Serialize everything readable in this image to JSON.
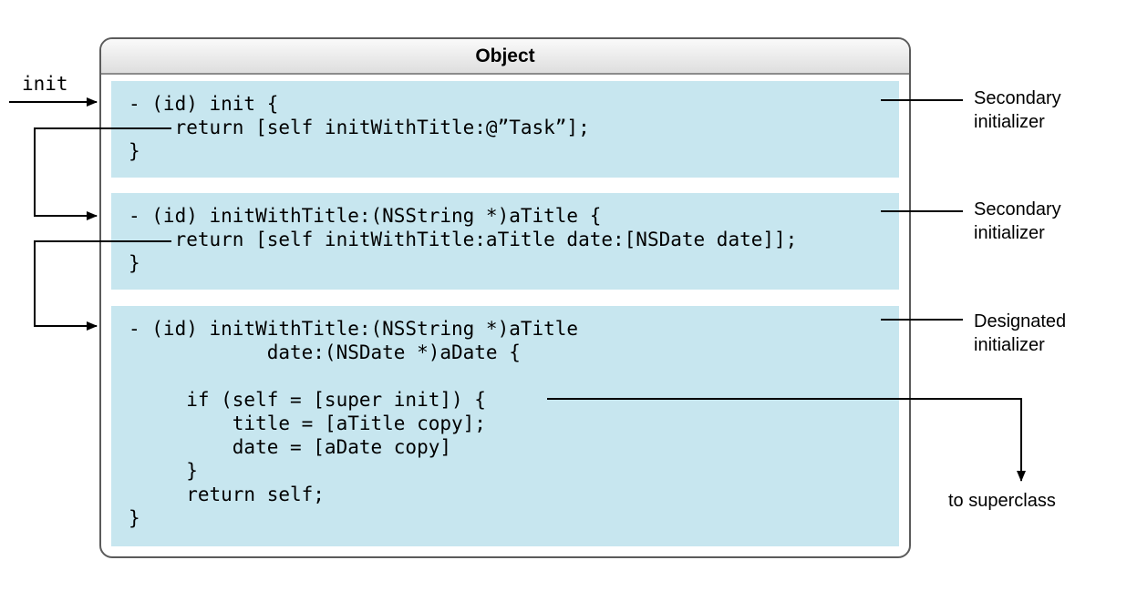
{
  "object_title": "Object",
  "entry_label": "init",
  "blocks": [
    {
      "code": "- (id) init {\n    return [self initWithTitle:@”Task”];\n}",
      "label": "Secondary\ninitializer"
    },
    {
      "code": "- (id) initWithTitle:(NSString *)aTitle {\n    return [self initWithTitle:aTitle date:[NSDate date]];\n}",
      "label": "Secondary\ninitializer"
    },
    {
      "code": "- (id) initWithTitle:(NSString *)aTitle\n            date:(NSDate *)aDate {\n\n     if (self = [super init]) {\n         title = [aTitle copy];\n         date = [aDate copy]\n     }\n     return self;\n}",
      "label": "Designated\ninitializer"
    }
  ],
  "superclass_label": "to superclass"
}
